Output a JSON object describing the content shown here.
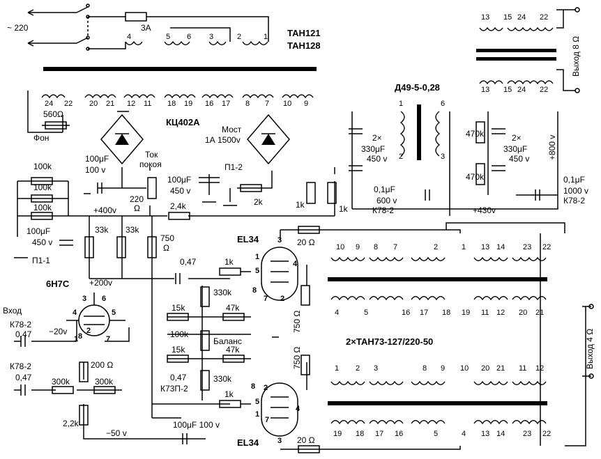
{
  "mains": {
    "voltage": "~ 220",
    "fuse": "3A"
  },
  "power_transformer": {
    "model_a": "ТАН121",
    "model_b": "ТАН128",
    "primary_pins": [
      "4",
      "5",
      "6",
      "3",
      "2",
      "1"
    ],
    "secondary_pins": [
      "24",
      "22",
      "20",
      "21",
      "12",
      "11",
      "18",
      "19",
      "16",
      "17",
      "8",
      "7",
      "10",
      "9"
    ]
  },
  "bridge": {
    "rectifier": "КЦ402А",
    "main_bridge": "Мост",
    "main_bridge_rating": "1А 1500v"
  },
  "choke": {
    "name": "Д49-5-0,28",
    "pins": [
      "1",
      "6",
      "2",
      "3"
    ]
  },
  "output_transformer_top": {
    "pins_top": [
      "13",
      "15",
      "24",
      "22"
    ],
    "pins_bottom": [
      "13",
      "15",
      "24",
      "22"
    ],
    "output": "Выход 8 Ω"
  },
  "output_transformer_main": {
    "model": "2×ТАН73-127/220-50",
    "upper_pins_top": [
      "10",
      "9",
      "8",
      "7",
      "2",
      "1",
      "13",
      "14",
      "23",
      "22"
    ],
    "upper_pins_mid": [
      "4",
      "5",
      "16",
      "17",
      "18",
      "19",
      "11",
      "12",
      "20",
      "21"
    ],
    "lower_pins_mid": [
      "1",
      "2",
      "3",
      "8",
      "9",
      "10",
      "20",
      "21",
      "11",
      "12"
    ],
    "lower_pins_bottom": [
      "19",
      "18",
      "17",
      "16",
      "5",
      "4",
      "13",
      "14",
      "23",
      "22"
    ],
    "output": "Выход 4 Ω"
  },
  "tubes": {
    "pre": "6Н7С",
    "power_top": "EL34",
    "power_bottom": "EL34"
  },
  "tube_pins": {
    "pre": [
      "3",
      "6",
      "4",
      "5",
      "2",
      "8",
      "7",
      "1"
    ],
    "top": [
      "3",
      "1",
      "5",
      "4",
      "8",
      "7",
      "2"
    ],
    "bottom": [
      "8",
      "2",
      "5",
      "4",
      "1",
      "7",
      "3"
    ]
  },
  "components": {
    "r_fon": "560Ω",
    "fon": "Фон",
    "r100k": "100k",
    "c100": "100μF",
    "v100": "100 v",
    "v450": "450 v",
    "tok": "Ток",
    "pokoya": "покоя",
    "r220": "220",
    "ohm": "Ω",
    "sw1": "П1-1",
    "sw2": "П1-2",
    "r2k": "2k",
    "c330_a": "2×",
    "c330_b": "330μF",
    "c330_c": "450 v",
    "r470k": "470k",
    "r1k": "1k",
    "c01_a": "0,1μF",
    "c01_b": "600 v",
    "c01_c": "К78-2",
    "c01r_a": "0,1μF",
    "c01r_b": "1000 v",
    "c01r_c": "К78-2",
    "v800": "+800 v",
    "v430": "+430v",
    "v400": "+400v",
    "v200": "+200v",
    "r24k": "2,4k",
    "r33k": "33k",
    "r750": "750",
    "r20": "20 Ω",
    "c047": "0,47",
    "r330k": "330k",
    "r15k": "15k",
    "r47k": "47k",
    "balans": "Баланс",
    "c047b": "0,47",
    "k73": "К73П-2",
    "r200": "200 Ω",
    "r300k": "300k",
    "r22k": "2,2k",
    "v50": "−50 v",
    "v20": "−20v",
    "c100b": "100μF 100 v",
    "vhod": "Вход",
    "k78": "К78-2",
    "c047in": "0,47",
    "r750v": "750 Ω"
  }
}
